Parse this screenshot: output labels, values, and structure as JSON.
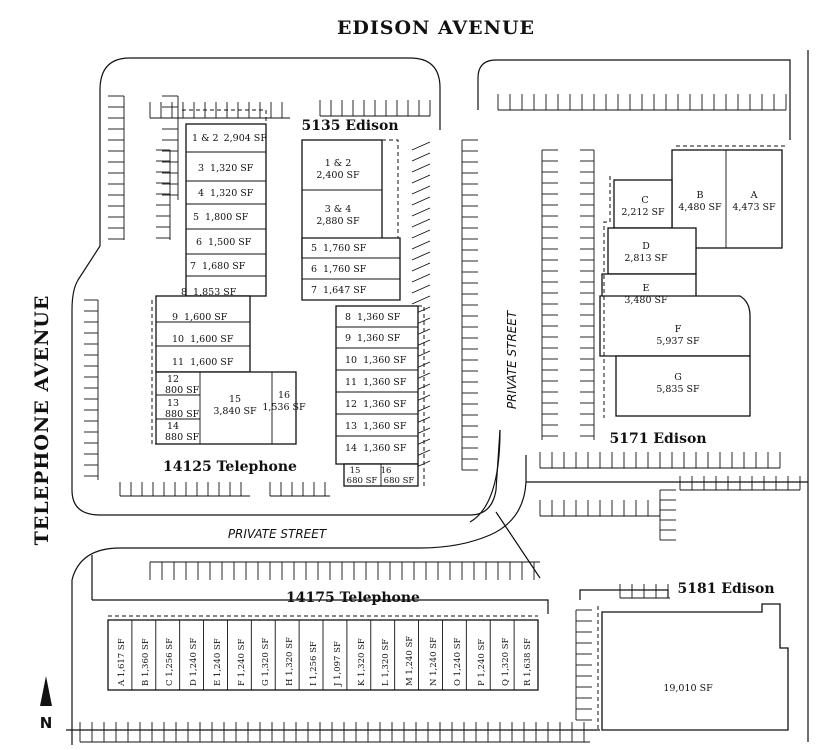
{
  "streets": {
    "edison_avenue": "EDISON AVENUE",
    "telephone_avenue": "TELEPHONE AVENUE",
    "private_street_vertical": "PRIVATE STREET",
    "private_street_horizontal": "PRIVATE STREET"
  },
  "addresses": {
    "b5135": "5135 Edison",
    "b14125": "14125 Telephone",
    "b5171": "5171 Edison",
    "b14175": "14175 Telephone",
    "b5181": "5181 Edison"
  },
  "north": "N",
  "building_14125": {
    "units": [
      {
        "id": "1 & 2",
        "sf": "2,904 SF"
      },
      {
        "id": "3",
        "sf": "1,320 SF"
      },
      {
        "id": "4",
        "sf": "1,320 SF"
      },
      {
        "id": "5",
        "sf": "1,800 SF"
      },
      {
        "id": "6",
        "sf": "1,500 SF"
      },
      {
        "id": "7",
        "sf": "1,680 SF"
      },
      {
        "id": "8",
        "sf": "1,853 SF"
      },
      {
        "id": "9",
        "sf": "1,600 SF"
      },
      {
        "id": "10",
        "sf": "1,600 SF"
      },
      {
        "id": "11",
        "sf": "1,600 SF"
      },
      {
        "id": "12",
        "sf": "800 SF"
      },
      {
        "id": "13",
        "sf": "880 SF"
      },
      {
        "id": "14",
        "sf": "880 SF"
      },
      {
        "id": "15",
        "sf": "3,840 SF"
      },
      {
        "id": "16",
        "sf": "1,536 SF"
      }
    ]
  },
  "building_5135": {
    "units": [
      {
        "id": "1 & 2",
        "sf": "2,400 SF"
      },
      {
        "id": "3 & 4",
        "sf": "2,880 SF"
      },
      {
        "id": "5",
        "sf": "1,760 SF"
      },
      {
        "id": "6",
        "sf": "1,760 SF"
      },
      {
        "id": "7",
        "sf": "1,647 SF"
      },
      {
        "id": "8",
        "sf": "1,360 SF"
      },
      {
        "id": "9",
        "sf": "1,360 SF"
      },
      {
        "id": "10",
        "sf": "1,360 SF"
      },
      {
        "id": "11",
        "sf": "1,360 SF"
      },
      {
        "id": "12",
        "sf": "1,360 SF"
      },
      {
        "id": "13",
        "sf": "1,360 SF"
      },
      {
        "id": "14",
        "sf": "1,360 SF"
      },
      {
        "id": "15",
        "sf": "680 SF"
      },
      {
        "id": "16",
        "sf": "680 SF"
      }
    ]
  },
  "building_5171": {
    "units": [
      {
        "id": "A",
        "sf": "4,473 SF"
      },
      {
        "id": "B",
        "sf": "4,480 SF"
      },
      {
        "id": "C",
        "sf": "2,212 SF"
      },
      {
        "id": "D",
        "sf": "2,813 SF"
      },
      {
        "id": "E",
        "sf": "3,480 SF"
      },
      {
        "id": "F",
        "sf": "5,937 SF"
      },
      {
        "id": "G",
        "sf": "5,835 SF"
      }
    ]
  },
  "building_14175": {
    "units": [
      {
        "label": "A 1,617 SF"
      },
      {
        "label": "B 1,360 SF"
      },
      {
        "label": "C 1,256 SF"
      },
      {
        "label": "D 1,240 SF"
      },
      {
        "label": "E 1,240 SF"
      },
      {
        "label": "F 1,240 SF"
      },
      {
        "label": "G 1,320 SF"
      },
      {
        "label": "H 1,320 SF"
      },
      {
        "label": "I 1,256 SF"
      },
      {
        "label": "J 1,097 SF"
      },
      {
        "label": "K 1,320 SF"
      },
      {
        "label": "L 1,320 SF"
      },
      {
        "label": "M 1,240 SF"
      },
      {
        "label": "N 1,240 SF"
      },
      {
        "label": "O 1,240 SF"
      },
      {
        "label": "P 1,240 SF"
      },
      {
        "label": "Q 1,320 SF"
      },
      {
        "label": "R 1,638 SF"
      }
    ]
  },
  "building_5181": {
    "sf": "19,010 SF"
  }
}
